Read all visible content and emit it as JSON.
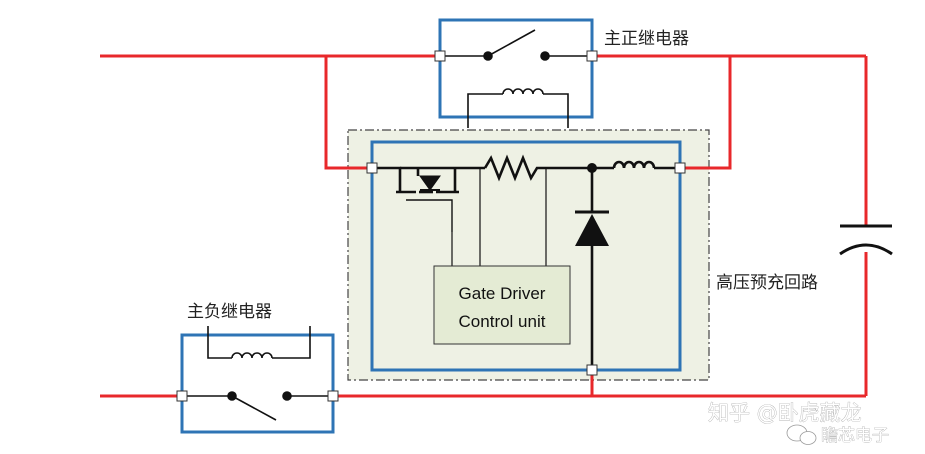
{
  "labels": {
    "main_positive_relay": "主正继电器",
    "main_negative_relay": "主负继电器",
    "precharge_circuit": "高压预充回路",
    "gate_driver_line1": "Gate Driver",
    "gate_driver_line2": "Control unit"
  },
  "watermark": {
    "zhihu": "知乎 @卧虎藏龙",
    "wechat": "瞻芯电子"
  },
  "colors": {
    "hv_wire": "#e8282b",
    "box_border": "#2e74b5",
    "precharge_bg": "#eef1e4",
    "gate_box_fill": "#e4ebd4",
    "signal_wire": "#111111"
  },
  "icons": {
    "relay_switch": "switch-icon",
    "relay_coil": "inductor-coil-icon",
    "mosfet": "mosfet-icon",
    "resistor": "resistor-icon",
    "diode": "diode-icon",
    "capacitor": "capacitor-icon"
  }
}
